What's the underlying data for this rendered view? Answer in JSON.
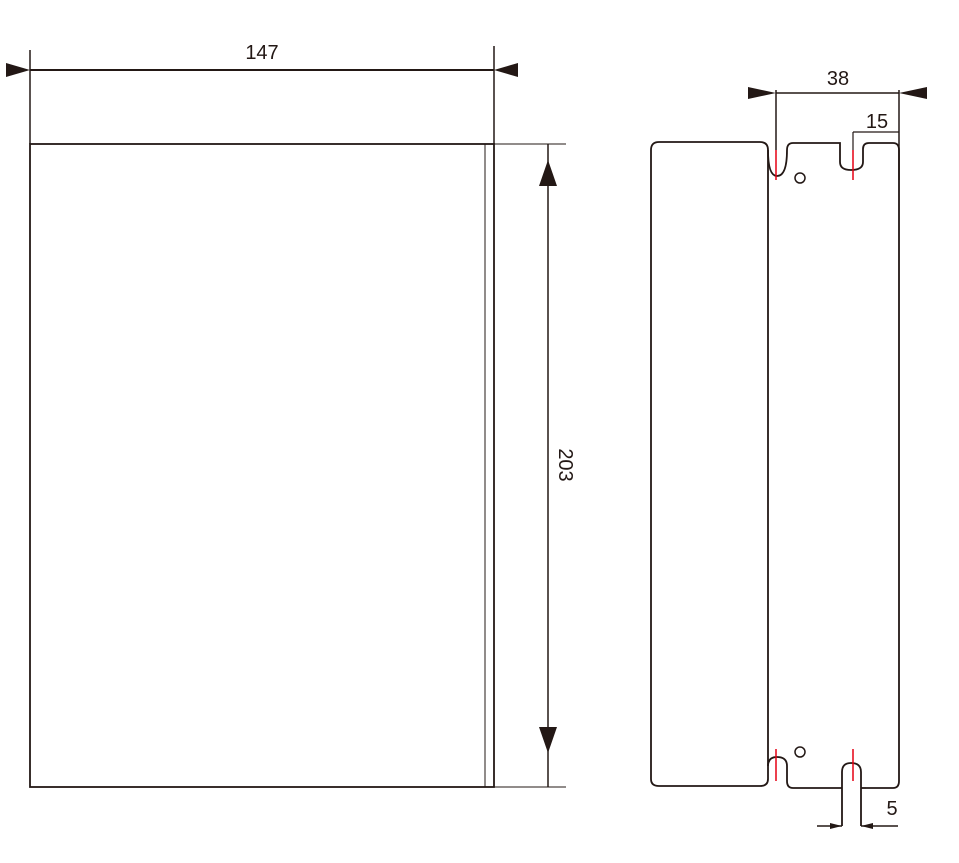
{
  "dimensions": {
    "width": "147",
    "height": "203",
    "depth": "38",
    "slot_offset": "15",
    "slot_width": "5"
  },
  "colors": {
    "line": "#231815",
    "centerline": "#e60012"
  }
}
